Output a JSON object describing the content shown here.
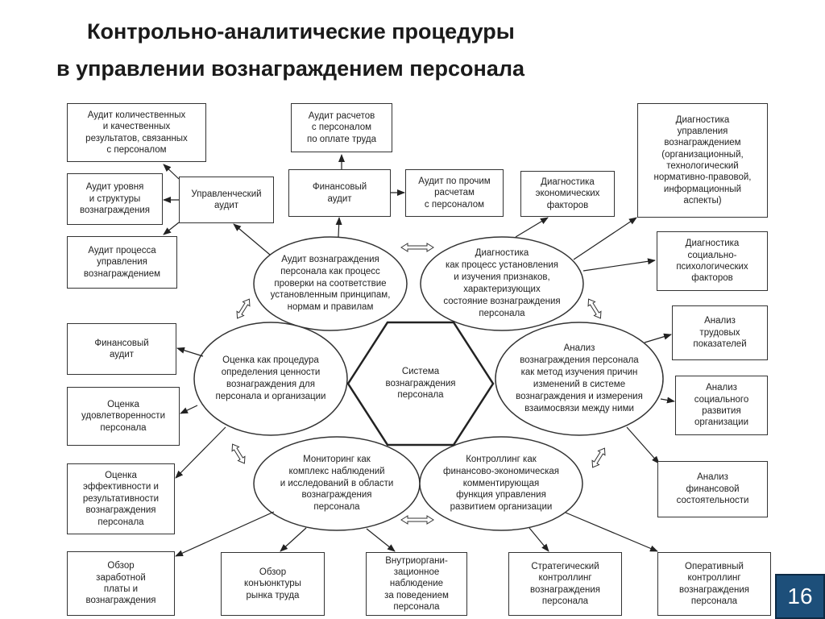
{
  "title": {
    "line1": "Контрольно-аналитические процедуры",
    "line2": "в управлении вознаграждением персонала"
  },
  "center": "Система\nвознаграждения\nперсонала",
  "ellipses": {
    "audit": "Аудит вознаграждения\nперсонала как процесс\nпроверки на соответствие\nустановленным принципам,\nнормам и правилам",
    "diagnostics": "Диагностика\nкак процесс установления\nи изучения признаков,\nхарактеризующих\nсостояние вознаграждения\nперсонала",
    "assessment": "Оценка как процедура\nопределения ценности\nвознаграждения для\nперсонала и организации",
    "analysis": "Анализ\nвознаграждения персонала\nкак метод изучения причин\nизменений в системе\nвознаграждения и измерения\nвзаимосвязи между ними",
    "monitoring": "Мониторинг как\nкомплекс наблюдений\nи исследований в области\nвознаграждения\nперсонала",
    "controlling": "Контроллинг как\nфинансово-экономическая\nкомментирующая\nфункция управления\nразвитием организации"
  },
  "boxes": {
    "audit_quantity": "Аудит количественных\nи качественных\nрезультатов, связанных\nс персоналом",
    "audit_level": "Аудит уровня\nи структуры\nвознаграждения",
    "audit_process": "Аудит процесса\nуправления\nвознаграждением",
    "management_audit": "Управленческий\nаудит",
    "audit_payroll": "Аудит расчетов\nс персоналом\nпо оплате труда",
    "financial_audit_top": "Финансовый\nаудит",
    "audit_other": "Аудит по прочим\nрасчетам\nс персоналом",
    "diag_economic": "Диагностика\nэкономических\nфакторов",
    "diag_management": "Диагностика\nуправления\nвознаграждением\n(организационный,\nтехнологический\nнормативно-правовой,\nинформационный\nаспекты)",
    "diag_psych": "Диагностика\nсоциально-\nпсихологических\nфакторов",
    "analysis_labor": "Анализ\nтрудовых\nпоказателей",
    "analysis_social": "Анализ\nсоциального\nразвития\nорганизации",
    "analysis_finance": "Анализ\nфинансовой\nсостоятельности",
    "financial_audit_left": "Финансовый\nаудит",
    "assess_satisfaction": "Оценка\nудовлетворенности\nперсонала",
    "assess_efficiency": "Оценка\nэффективности и\nрезультативности\nвознаграждения\nперсонала",
    "review_salary": "Обзор\nзаработной\nплаты и\nвознаграждения",
    "review_market": "Обзор\nконъюнктуры\nрынка труда",
    "internal_observation": "Внутриоргани-\nзационное\nнаблюдение\nза поведением\nперсонала",
    "strategic_controlling": "Стратегический\nконтроллинг\nвознаграждения\nперсонала",
    "operational_controlling": "Оперативный\nконтроллинг\nвознаграждения\nперсонала"
  },
  "page_number": "16"
}
